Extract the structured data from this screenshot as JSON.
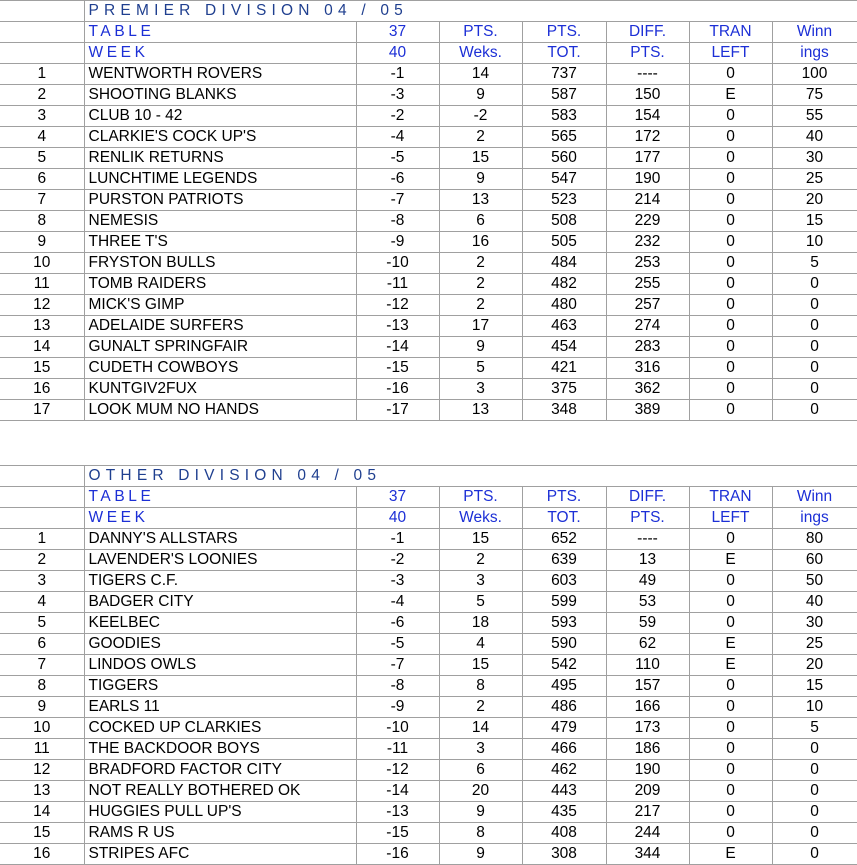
{
  "premier": {
    "title": "PREMIER  DIVISION  04 / 05",
    "header1": [
      "TABLE",
      "37",
      "PTS.",
      "PTS.",
      "DIFF.",
      "TRAN",
      "Winn"
    ],
    "header2": [
      "WEEK",
      "40",
      "Weks.",
      "TOT.",
      "PTS.",
      "LEFT",
      "ings"
    ],
    "rows": [
      [
        "1",
        "WENTWORTH ROVERS",
        "-1",
        "14",
        "737",
        "----",
        "0",
        "100"
      ],
      [
        "2",
        "SHOOTING BLANKS",
        "-3",
        "9",
        "587",
        "150",
        "E",
        "75"
      ],
      [
        "3",
        "CLUB 10 - 42",
        "-2",
        "-2",
        "583",
        "154",
        "0",
        "55"
      ],
      [
        "4",
        "CLARKIE'S COCK UP'S",
        "-4",
        "2",
        "565",
        "172",
        "0",
        "40"
      ],
      [
        "5",
        "RENLIK RETURNS",
        "-5",
        "15",
        "560",
        "177",
        "0",
        "30"
      ],
      [
        "6",
        "LUNCHTIME LEGENDS",
        "-6",
        "9",
        "547",
        "190",
        "0",
        "25"
      ],
      [
        "7",
        "PURSTON PATRIOTS",
        "-7",
        "13",
        "523",
        "214",
        "0",
        "20"
      ],
      [
        "8",
        "NEMESIS",
        "-8",
        "6",
        "508",
        "229",
        "0",
        "15"
      ],
      [
        "9",
        "THREE T'S",
        "-9",
        "16",
        "505",
        "232",
        "0",
        "10"
      ],
      [
        "10",
        "FRYSTON BULLS",
        "-10",
        "2",
        "484",
        "253",
        "0",
        "5"
      ],
      [
        "11",
        "TOMB RAIDERS",
        "-11",
        "2",
        "482",
        "255",
        "0",
        "0"
      ],
      [
        "12",
        "MICK'S GIMP",
        "-12",
        "2",
        "480",
        "257",
        "0",
        "0"
      ],
      [
        "13",
        "ADELAIDE SURFERS",
        "-13",
        "17",
        "463",
        "274",
        "0",
        "0"
      ],
      [
        "14",
        "GUNALT SPRINGFAIR",
        "-14",
        "9",
        "454",
        "283",
        "0",
        "0"
      ],
      [
        "15",
        "CUDETH COWBOYS",
        "-15",
        "5",
        "421",
        "316",
        "0",
        "0"
      ],
      [
        "16",
        "KUNTGIV2FUX",
        "-16",
        "3",
        "375",
        "362",
        "0",
        "0"
      ],
      [
        "17",
        "LOOK MUM NO HANDS",
        "-17",
        "13",
        "348",
        "389",
        "0",
        "0"
      ]
    ]
  },
  "other": {
    "title": "OTHER  DIVISION  04 / 05",
    "header1": [
      "TABLE",
      "37",
      "PTS.",
      "PTS.",
      "DIFF.",
      "TRAN",
      "Winn"
    ],
    "header2": [
      "WEEK",
      "40",
      "Weks.",
      "TOT.",
      "PTS.",
      "LEFT",
      "ings"
    ],
    "rows": [
      [
        "1",
        "DANNY'S ALLSTARS",
        "-1",
        "15",
        "652",
        "----",
        "0",
        "80"
      ],
      [
        "2",
        "LAVENDER'S LOONIES",
        "-2",
        "2",
        "639",
        "13",
        "E",
        "60"
      ],
      [
        "3",
        "TIGERS C.F.",
        "-3",
        "3",
        "603",
        "49",
        "0",
        "50"
      ],
      [
        "4",
        "BADGER CITY",
        "-4",
        "5",
        "599",
        "53",
        "0",
        "40"
      ],
      [
        "5",
        "KEELBEC",
        "-6",
        "18",
        "593",
        "59",
        "0",
        "30"
      ],
      [
        "6",
        "GOODIES",
        "-5",
        "4",
        "590",
        "62",
        "E",
        "25"
      ],
      [
        "7",
        "LINDOS OWLS",
        "-7",
        "15",
        "542",
        "110",
        "E",
        "20"
      ],
      [
        "8",
        "TIGGERS",
        "-8",
        "8",
        "495",
        "157",
        "0",
        "15"
      ],
      [
        "9",
        "EARLS 11",
        "-9",
        "2",
        "486",
        "166",
        "0",
        "10"
      ],
      [
        "10",
        "COCKED UP CLARKIES",
        "-10",
        "14",
        "479",
        "173",
        "0",
        "5"
      ],
      [
        "11",
        "THE BACKDOOR BOYS",
        "-11",
        "3",
        "466",
        "186",
        "0",
        "0"
      ],
      [
        "12",
        "BRADFORD FACTOR CITY",
        "-12",
        "6",
        "462",
        "190",
        "0",
        "0"
      ],
      [
        "13",
        "NOT REALLY BOTHERED OK",
        "-14",
        "20",
        "443",
        "209",
        "0",
        "0"
      ],
      [
        "14",
        "HUGGIES PULL UP'S",
        "-13",
        "9",
        "435",
        "217",
        "0",
        "0"
      ],
      [
        "15",
        "RAMS R US",
        "-15",
        "8",
        "408",
        "244",
        "0",
        "0"
      ],
      [
        "16",
        "STRIPES AFC",
        "-16",
        "9",
        "308",
        "344",
        "E",
        "0"
      ]
    ]
  },
  "colors": {
    "header_text": "#1c2fd6",
    "title_text": "#1f3f8f",
    "grid_line": "#a0a0a0"
  }
}
